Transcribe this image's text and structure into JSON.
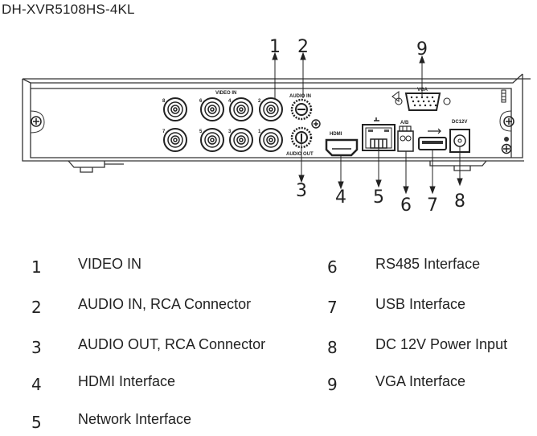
{
  "title": "DH-XVR5108HS-4KL",
  "panel_labels": {
    "video_in": "VIDEO IN",
    "audio_in": "AUDIO IN",
    "audio_out": "AUDIO OUT",
    "hdmi": "HDMI",
    "vga": "VGA",
    "rs485": "A/B",
    "power": "DC12V",
    "bnc_numbers": [
      "8",
      "6",
      "4",
      "2",
      "7",
      "5",
      "3",
      "1"
    ]
  },
  "callouts": [
    "1",
    "2",
    "3",
    "4",
    "5",
    "6",
    "7",
    "8",
    "9"
  ],
  "legend": [
    {
      "num": "1",
      "label": "VIDEO IN"
    },
    {
      "num": "2",
      "label": "AUDIO IN, RCA Connector"
    },
    {
      "num": "3",
      "label": "AUDIO OUT, RCA Connector"
    },
    {
      "num": "4",
      "label": "HDMI Interface"
    },
    {
      "num": "5",
      "label": "Network Interface"
    },
    {
      "num": "6",
      "label": "RS485 Interface"
    },
    {
      "num": "7",
      "label": "USB Interface"
    },
    {
      "num": "8",
      "label": "DC 12V Power Input"
    },
    {
      "num": "9",
      "label": "VGA Interface"
    }
  ]
}
